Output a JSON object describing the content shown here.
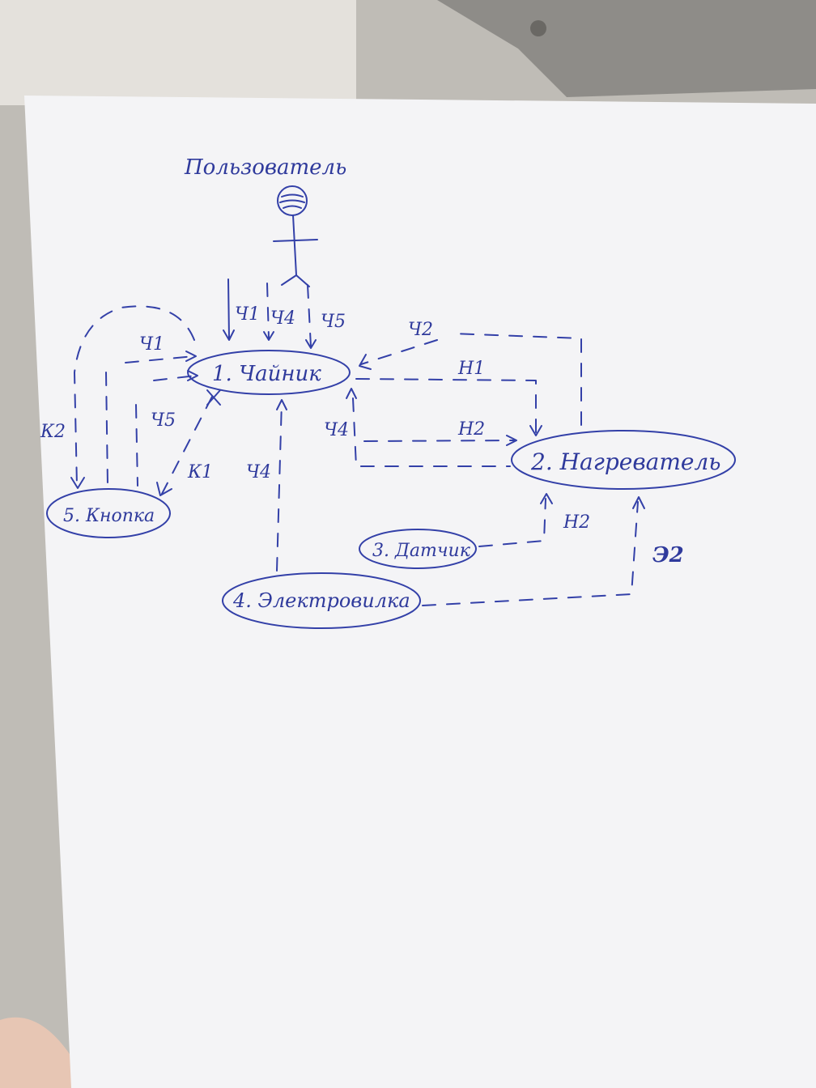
{
  "diagram": {
    "actor": {
      "label": "Пользователь"
    },
    "nodes": [
      {
        "id": "n1",
        "label": "1. Чайник"
      },
      {
        "id": "n2",
        "label": "2. Нагреватель"
      },
      {
        "id": "n3",
        "label": "3. Датчик"
      },
      {
        "id": "n4",
        "label": "4. Электровилка"
      },
      {
        "id": "n5",
        "label": "5. Кнопка"
      }
    ],
    "edge_labels": {
      "user_c1": "Ч1",
      "user_c4": "Ч4",
      "user_c5": "Ч5",
      "c1_left": "Ч1",
      "c5_left": "Ч5",
      "k2": "К2",
      "k1": "К1",
      "c4_vert": "Ч4",
      "c4_right": "Ч4",
      "c2_top": "Ч2",
      "h1": "Н1",
      "h2_mid": "Н2",
      "h2_sensor": "Н2",
      "e2": "Э2"
    }
  },
  "colors": {
    "ink": "#3340a8",
    "paper": "#f4f4f6",
    "background": "#c9c6c0"
  }
}
